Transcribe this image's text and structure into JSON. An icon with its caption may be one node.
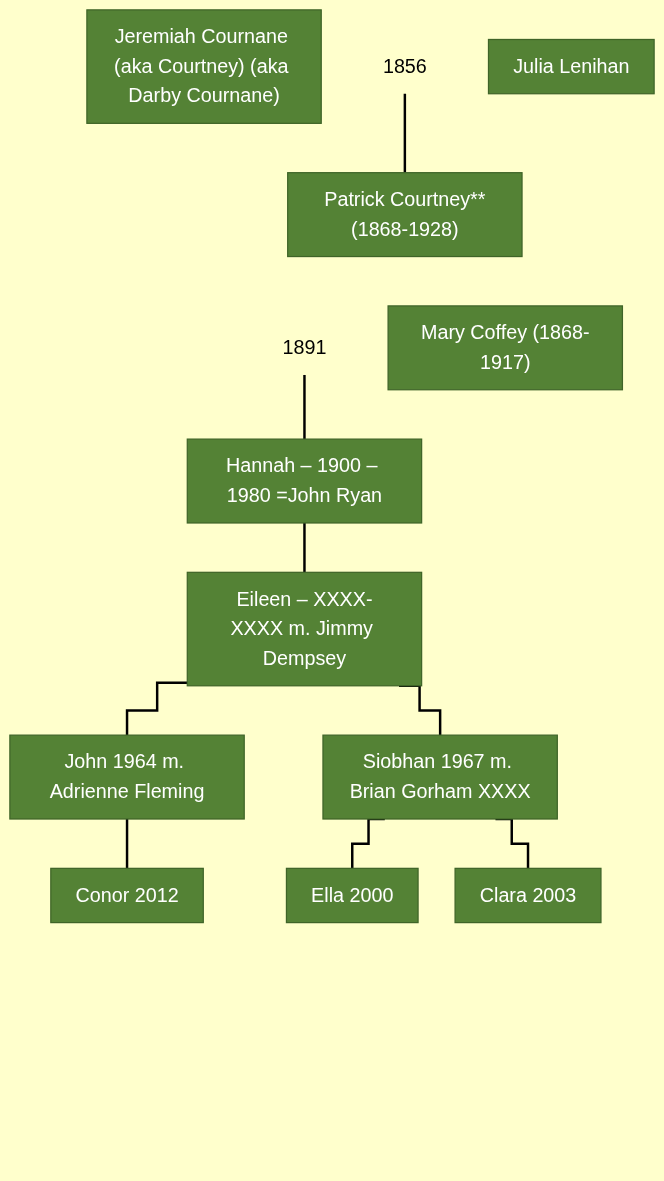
{
  "diagram": {
    "nodes": [
      {
        "text": [
          "Jeremiah Cournane (aka Courtney) (aka Darby Cournane)"
        ]
      },
      {
        "text": [],
        "shape": "bar",
        "beside": [
          "1856"
        ]
      },
      {
        "text": [
          "Julia Lenihan"
        ]
      },
      {
        "text": [
          "Patrick Courtney**(1868-1928)"
        ]
      },
      {
        "text": [],
        "shape": "bar",
        "beside": [
          "1891"
        ]
      },
      {
        "text": [
          "Mary Coffey (1868-1917)"
        ]
      },
      {
        "text": [
          "Hannah – 1900 – 1980 =John Ryan"
        ]
      },
      {
        "text": [
          "Eileen – XXXX-XXXX m. Jimmy Dempsey"
        ]
      },
      {
        "text": [
          "John 1964 m. Adrienne Fleming"
        ]
      },
      {
        "text": [
          "Siobhan 1967 m. Brian Gorham XXXX"
        ]
      },
      {
        "text": [
          "Conor 2012"
        ]
      },
      {
        "text": [
          "Ella 2000"
        ]
      },
      {
        "text": [
          "Clara 2003"
        ]
      }
    ],
    "edges": [
      {
        "from": 1,
        "to": 3,
        "arrow": "none"
      },
      {
        "from": 4,
        "to": 6,
        "arrow": "none"
      },
      {
        "from": 6,
        "to": 7,
        "arrow": "none"
      },
      {
        "from": 7,
        "to": 8,
        "arrow": "none"
      },
      {
        "from": 7,
        "to": 9,
        "arrow": "none"
      },
      {
        "from": 8,
        "to": 10,
        "arrow": "none"
      },
      {
        "from": 9,
        "to": 11,
        "arrow": "none"
      },
      {
        "from": 9,
        "to": 12,
        "arrow": "none"
      }
    ]
  }
}
